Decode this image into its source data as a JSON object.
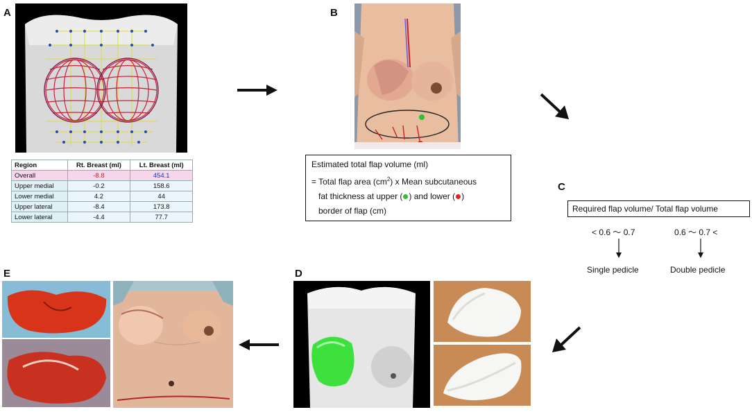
{
  "panels": {
    "a": "A",
    "b": "B",
    "c": "C",
    "d": "D",
    "e": "E"
  },
  "volume_table": {
    "headers": [
      "Region",
      "Rt. Breast (ml)",
      "Lt. Breast (ml)"
    ],
    "rows": [
      {
        "region": "Overall",
        "rt": "-8.8",
        "lt": "454.1"
      },
      {
        "region": "Upper medial",
        "rt": "-0.2",
        "lt": "158.6"
      },
      {
        "region": "Lower medial",
        "rt": "4.2",
        "lt": "44"
      },
      {
        "region": "Upper lateral",
        "rt": "-8.4",
        "lt": "173.8"
      },
      {
        "region": "Lower lateral",
        "rt": "-4.4",
        "lt": "77.7"
      }
    ]
  },
  "formula": {
    "line1": "Estimated total flap volume (ml)",
    "line2_pre": "= Total flap area (cm",
    "line2_sup": "2",
    "line2_post": ") x Mean subcutaneous",
    "line3_pre": "fat thickness at upper (",
    "line3_mid": ") and lower (",
    "line3_post": ")",
    "line4": "border of flap (cm)"
  },
  "decision": {
    "ratio_label": "Required flap volume/ Total flap volume",
    "left_range": "< 0.6 ～ 0.7",
    "right_range": "0.6 ～ 0.7 <",
    "left_outcome": "Single pedicle",
    "right_outcome": "Double pedicle"
  },
  "colors": {
    "mesh_red": "#c8203c",
    "mesh_yellow": "#d8e03a",
    "mesh_blue": "#3050b0",
    "flap_green": "#3ee03e",
    "tissue_red": "#d8341a",
    "skin": "#e8b898"
  }
}
